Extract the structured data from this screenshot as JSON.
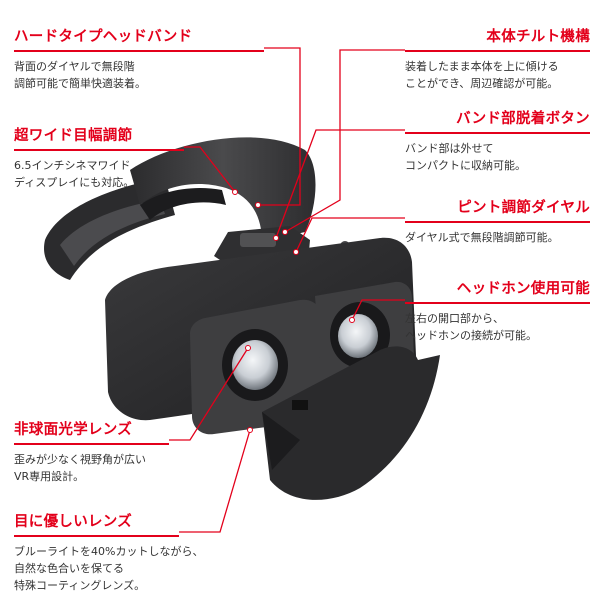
{
  "colors": {
    "accent": "#e3001b",
    "text": "#333333",
    "product": "#2a2a2a"
  },
  "features": {
    "hard_band": {
      "title": "ハードタイプヘッドバンド",
      "lines": [
        "背面のダイヤルで無段階",
        "調節可能で簡単快適装着。"
      ]
    },
    "wide": {
      "title": "超ワイド目幅調節",
      "lines": [
        "6.5インチシネマワイド",
        "ディスプレイにも対応。"
      ]
    },
    "aspherical": {
      "title": "非球面光学レンズ",
      "lines": [
        "歪みが少なく視野角が広い",
        "VR専用設計。"
      ]
    },
    "eye_friendly": {
      "title": "目に優しいレンズ",
      "lines": [
        "ブルーライトを40%カットしながら、",
        "自然な色合いを保てる",
        "特殊コーティングレンズ。"
      ]
    },
    "tilt": {
      "title": "本体チルト機構",
      "lines": [
        "装着したまま本体を上に傾ける",
        "ことができ、周辺確認が可能。"
      ]
    },
    "band_button": {
      "title": "バンド部脱着ボタン",
      "lines": [
        "バンド部は外せて",
        "コンパクトに収納可能。"
      ]
    },
    "focus_dial": {
      "title": "ピント調節ダイヤル",
      "lines": [
        "ダイヤル式で無段階調節可能。"
      ]
    },
    "headphone": {
      "title": "ヘッドホン使用可能",
      "lines": [
        "左右の開口部から、",
        "ヘッドホンの接続が可能。"
      ]
    }
  }
}
